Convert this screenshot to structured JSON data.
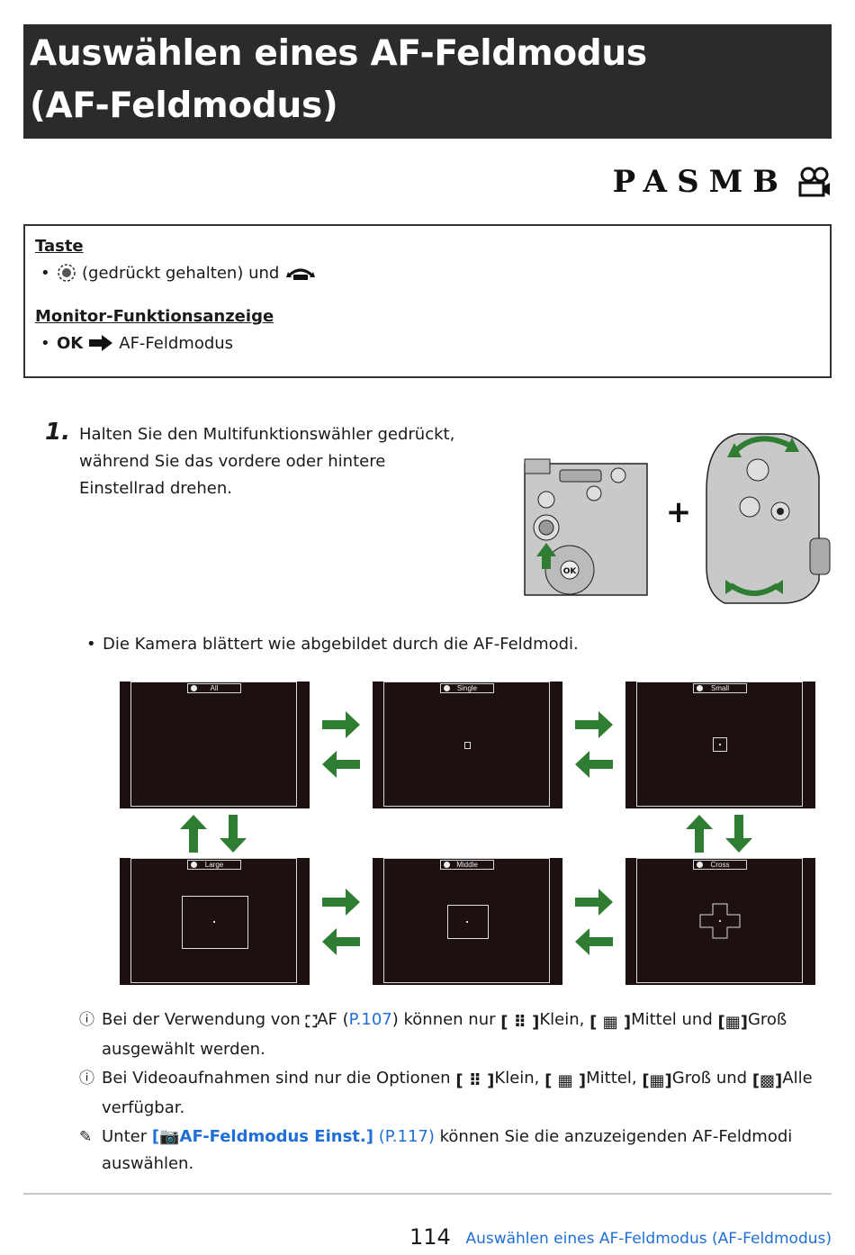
{
  "header": {
    "title": "Auswählen eines AF-Feldmodus (AF-Feldmodus)",
    "mode_letters": "PASMB",
    "movie_icon": "movie-camera-icon"
  },
  "infobox": {
    "taste_heading": "Taste",
    "taste_item": "(gedrückt gehalten) und",
    "monitor_heading": "Monitor-Funktionsanzeige",
    "monitor_ok": "OK",
    "monitor_item": "AF-Feldmodus"
  },
  "step1": {
    "number": "1.",
    "text": "Halten Sie den Multifunktionswähler gedrückt, während Sie das vordere oder hintere Einstellrad drehen.",
    "bullet": "Die Kamera blättert wie abgebildet durch die AF-Feldmodi."
  },
  "screens": {
    "all": "All",
    "single": "Single",
    "small": "Small",
    "large": "Large",
    "middle": "Middle",
    "cross": "Cross"
  },
  "notes": {
    "n1_a": "Bei der Verwendung von",
    "n1_af": "AF",
    "n1_link": "P.107",
    "n1_b": "können nur",
    "n1_klein": "Klein,",
    "n1_mittel": "Mittel und",
    "n1_gross": "Groß",
    "n1_c": "ausgewählt werden.",
    "n2_a": "Bei Videoaufnahmen sind nur die Optionen",
    "n2_klein": "Klein,",
    "n2_mittel": "Mittel,",
    "n2_gross": "Groß und",
    "n2_alle": "Alle",
    "n2_b": "verfügbar.",
    "n3_a": "Unter",
    "n3_menu": "AF-Feldmodus Einst.",
    "n3_link": "P.117",
    "n3_b": "können Sie die anzuzeigenden AF-Feldmodi",
    "n3_c": "auswählen."
  },
  "footer": {
    "page": "114",
    "title": "Auswählen eines AF-Feldmodus (AF-Feldmodus)"
  }
}
